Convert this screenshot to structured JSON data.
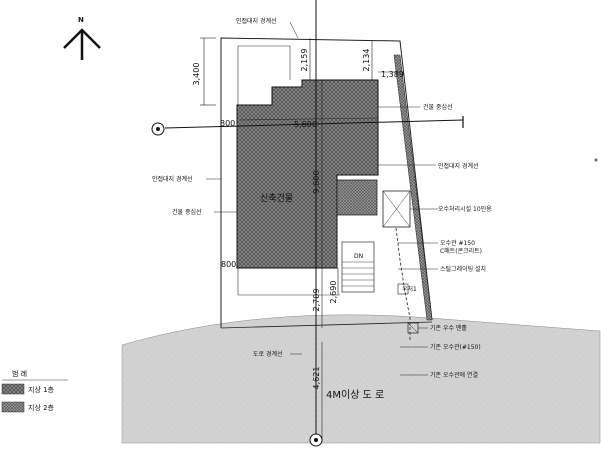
{
  "north": {
    "label": "N"
  },
  "dims": {
    "d3400": "3,400",
    "d2159": "2,159",
    "d2134": "2,134",
    "d1389": "1,389",
    "d800a": "800",
    "d5600": "5,600",
    "d9600": "9,600",
    "d800b": "800",
    "d2709": "2,709",
    "d2690": "2,690",
    "d4621": "4,621"
  },
  "labels": {
    "adjacent_top": "인접대지 경계선",
    "building_center_right": "건물 중심선",
    "adjacent_right": "인접대지 경계선",
    "adjacent_left": "인접대지 경계선",
    "building_center_left": "건물 중심선",
    "new_building": "신축건물",
    "septic": "오수처리시설 10인용",
    "pipe1": "오수관 #150",
    "pipe2": "C매트(콘크리트)",
    "pipe3": "스틸그레이팅 설치",
    "dn": "DN",
    "manhole": "우처1",
    "existing1": "기존 우수 맨홀",
    "existing2": "기존 오수관(#150)",
    "existing3": "기존 오수관에 연결",
    "road_boundary": "도로 경계선",
    "road": "4M이상 도 로"
  },
  "legend": {
    "title": "범 례",
    "floor1": "지상 1층",
    "floor2": "지상 2층"
  }
}
